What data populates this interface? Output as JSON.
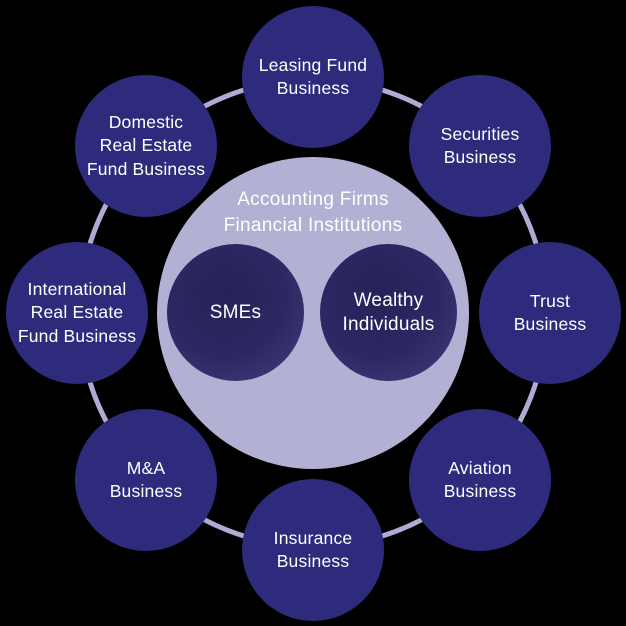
{
  "diagram": {
    "center": {
      "header_line1": "Accounting Firms",
      "header_line2": "Financial Institutions",
      "inner_circles": [
        {
          "label": "SMEs"
        },
        {
          "label": "Wealthy\nIndividuals"
        }
      ]
    },
    "outer_circles": [
      {
        "label": "Leasing Fund\nBusiness"
      },
      {
        "label": "Securities\nBusiness"
      },
      {
        "label": "Trust\nBusiness"
      },
      {
        "label": "Aviation\nBusiness"
      },
      {
        "label": "Insurance\nBusiness"
      },
      {
        "label": "M&A\nBusiness"
      },
      {
        "label": "International\nReal Estate\nFund Business"
      },
      {
        "label": "Domestic\nReal Estate\nFund Business"
      }
    ]
  },
  "colors": {
    "background": "#000000",
    "outer_circle": "#2f2b7c",
    "ring": "#aeacd4",
    "center_circle": "#b2b0d3",
    "inner_dark": "#262259",
    "inner_mid": "#2b2863",
    "inner_light": "#443f80",
    "text": "#ffffff"
  }
}
